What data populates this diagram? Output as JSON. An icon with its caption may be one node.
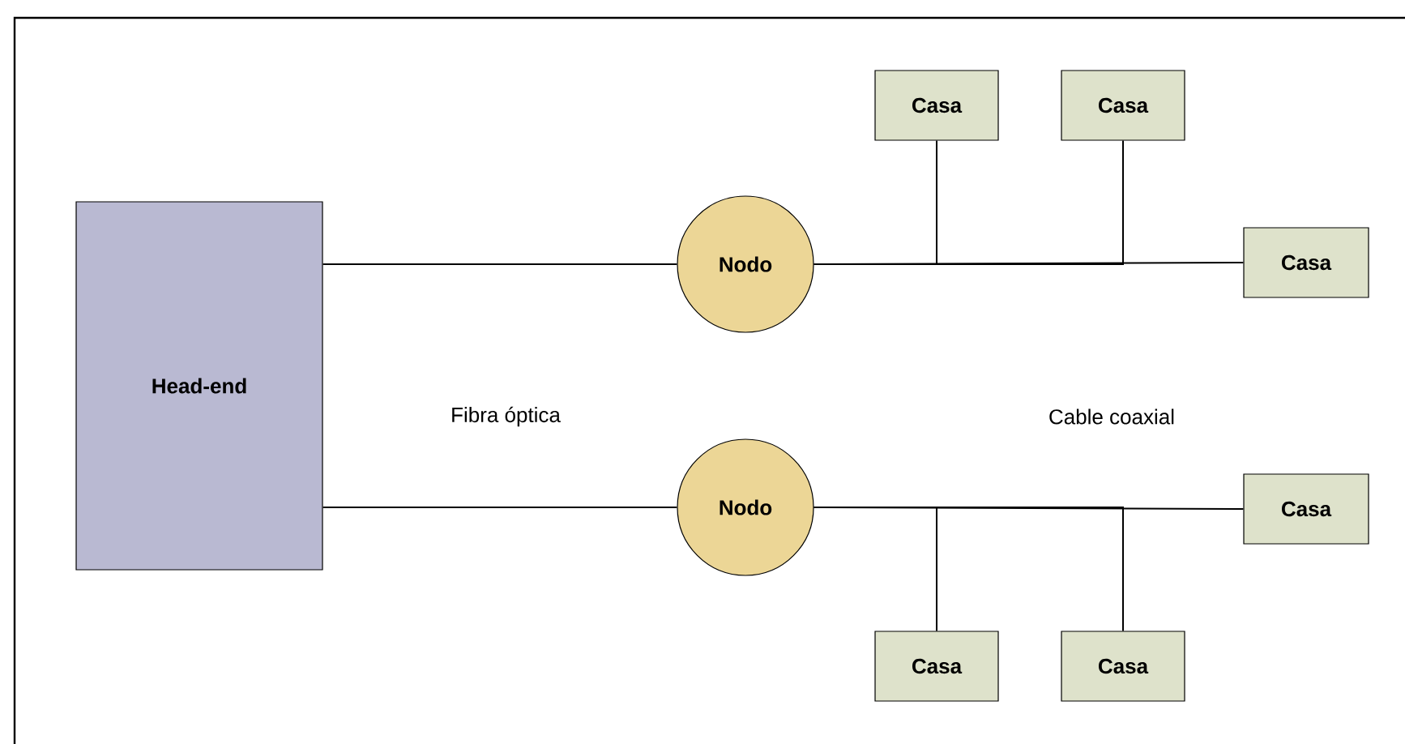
{
  "diagram": {
    "nodes": [
      {
        "text": [
          "Head-end"
        ]
      },
      {
        "text": [
          "Nodo"
        ]
      },
      {
        "text": [
          "Casa"
        ]
      },
      {
        "text": [
          "Casa"
        ]
      },
      {
        "text": [
          "Casa"
        ]
      },
      {
        "text": [
          "Nodo"
        ]
      },
      {
        "text": [
          "Casa"
        ]
      },
      {
        "text": [
          "Casa"
        ]
      },
      {
        "text": [
          "Casa"
        ]
      }
    ],
    "edges": [
      {
        "from": 0,
        "to": 1,
        "arrow": "none"
      },
      {
        "from": 1,
        "to": 2,
        "arrow": "none"
      },
      {
        "from": 1,
        "to": 3,
        "arrow": "none"
      },
      {
        "from": 1,
        "to": 4,
        "arrow": "none"
      },
      {
        "from": 0,
        "to": 5,
        "arrow": "none"
      },
      {
        "from": 5,
        "to": 6,
        "arrow": "none"
      },
      {
        "from": 5,
        "to": 7,
        "arrow": "none"
      },
      {
        "from": 5,
        "to": 8,
        "arrow": "none"
      }
    ],
    "labels": [
      "Fibra óptica",
      "Cable coaxial"
    ]
  }
}
